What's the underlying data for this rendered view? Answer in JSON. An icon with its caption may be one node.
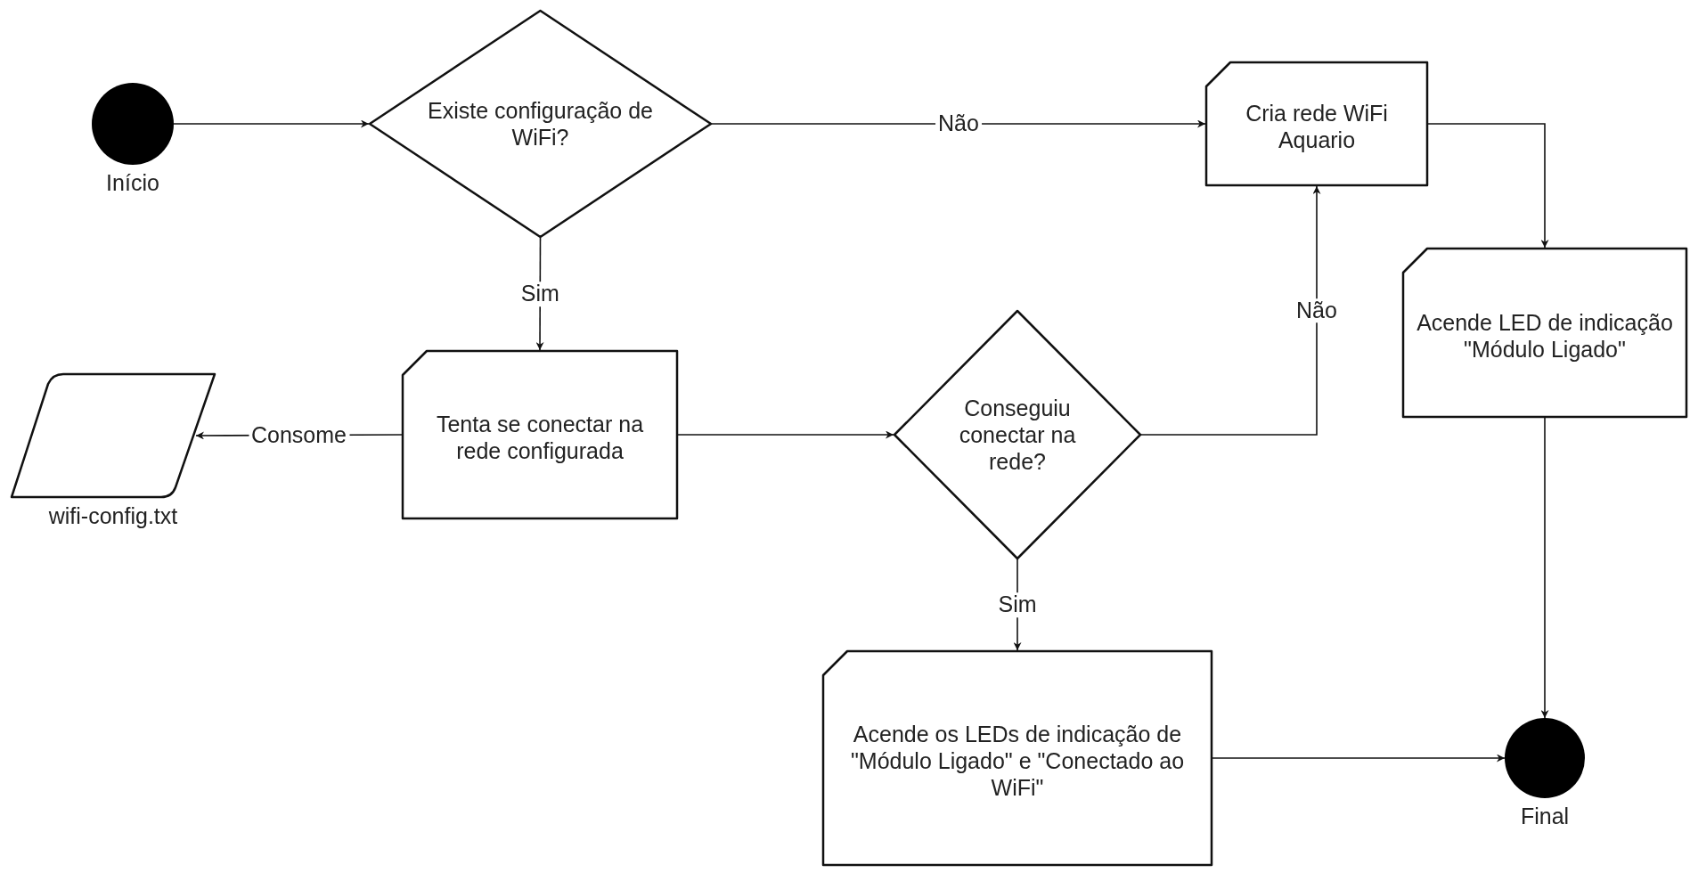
{
  "diagram": {
    "nodes": [
      {
        "text": [],
        "shape": "circle",
        "beside": [
          "Início"
        ]
      },
      {
        "text": [
          "Existe configuração de WiFi?"
        ]
      },
      {
        "text": [
          "Cria rede WiFi Aquario"
        ]
      },
      {
        "text": [
          "Tenta se conectar na rede configurada"
        ]
      },
      {
        "text": [],
        "shape": "parallelogram",
        "beside": [
          "wifi-config.txt"
        ]
      },
      {
        "text": [
          "Conseguiu conectar na rede?"
        ]
      },
      {
        "text": [
          "Acende LED de indicação \"Módulo Ligado\""
        ]
      },
      {
        "text": [
          "Acende os LEDs de indicação de \"Módulo Ligado\" e \"Conectado ao WiFi\""
        ]
      },
      {
        "text": [],
        "shape": "circle",
        "beside": [
          "Final"
        ]
      }
    ],
    "edges": [
      {
        "from": 0,
        "to": 1,
        "arrow": "to"
      },
      {
        "from": 1,
        "to": 2,
        "label": "Não",
        "arrow": "to"
      },
      {
        "from": 1,
        "to": 3,
        "label": "Sim",
        "arrow": "to"
      },
      {
        "from": 3,
        "to": 4,
        "label": "Consome",
        "arrow": "to"
      },
      {
        "from": 3,
        "to": 5,
        "arrow": "to"
      },
      {
        "from": 5,
        "to": 2,
        "label": "Não",
        "arrow": "to"
      },
      {
        "from": 5,
        "to": 7,
        "label": "Sim",
        "arrow": "to"
      },
      {
        "from": 2,
        "to": 6,
        "arrow": "to"
      },
      {
        "from": 6,
        "to": 8,
        "arrow": "to"
      },
      {
        "from": 7,
        "to": 8,
        "arrow": "to"
      }
    ]
  }
}
